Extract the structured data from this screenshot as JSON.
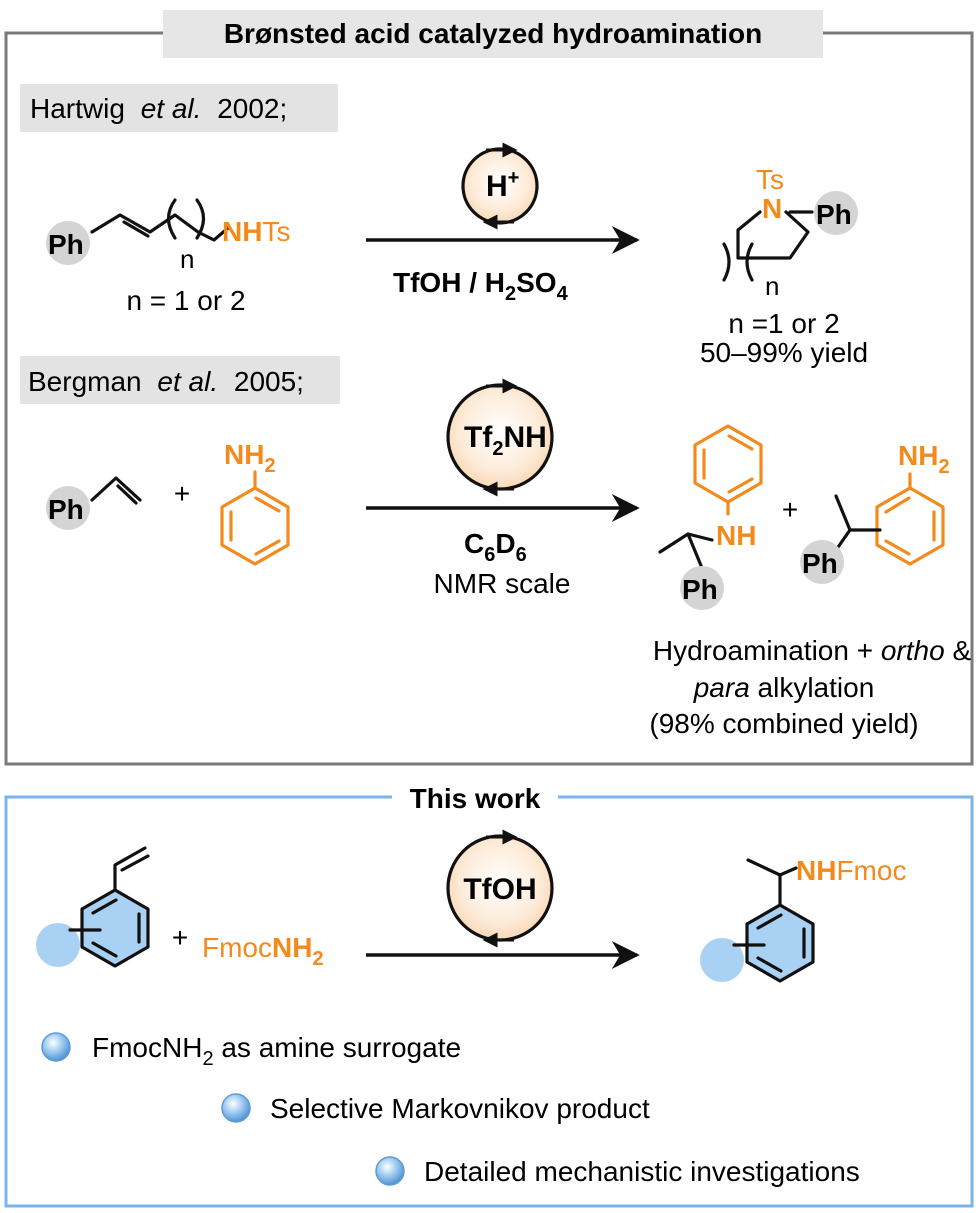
{
  "panel1": {
    "title": "Brønsted acid catalyzed hydroamination",
    "border_color": "#7a7a7a",
    "label_bg": "#e3e3e3"
  },
  "hartwig": {
    "label_name": "Hartwig",
    "label_etal": "et al.",
    "label_year": "2002;",
    "substrate_ph": "Ph",
    "substrate_nh": "NH",
    "substrate_ts": "Ts",
    "substrate_n": "n",
    "substrate_caption": "n = 1 or 2",
    "catalyst": "H",
    "catalyst_sup": "+",
    "reagent_a": "TfOH / H",
    "reagent_sub": "2",
    "reagent_b": "SO",
    "reagent_sub2": "4",
    "product_ts": "Ts",
    "product_n_atom": "N",
    "product_ph": "Ph",
    "product_n": "n",
    "product_caption1": "n =1 or 2",
    "product_caption2": "50–99% yield"
  },
  "bergman": {
    "label_name": "Bergman",
    "label_etal": "et al.",
    "label_year": "2005;",
    "styrene_ph": "Ph",
    "plus1": "+",
    "aniline_nh": "NH",
    "aniline_sub": "2",
    "catalyst_a": "Tf",
    "catalyst_sub": "2",
    "catalyst_b": "NH",
    "solvent_a": "C",
    "solvent_sub1": "6",
    "solvent_b": "D",
    "solvent_sub2": "6",
    "scale": "NMR scale",
    "prod1_nh": "NH",
    "prod1_ph": "Ph",
    "plus2": "+",
    "prod2_nh": "NH",
    "prod2_sub": "2",
    "prod2_ph": "Ph",
    "caption1_a": "Hydroamination + ",
    "caption1_ortho": "ortho",
    "caption1_b": " &",
    "caption2_para": "para",
    "caption2_b": " alkylation",
    "caption3": "(98% combined yield)"
  },
  "panel2": {
    "title": "This work",
    "border_color": "#7ab4e8",
    "sphere_color": "#a9d1f3",
    "plus": "+",
    "reagent_fmoc": "Fmoc",
    "reagent_nh": "NH",
    "reagent_sub": "2",
    "catalyst": "TfOH",
    "product_nh": "NH",
    "product_fmoc": "Fmoc",
    "bullets": [
      {
        "text_a": "FmocNH",
        "sub": "2",
        "text_b": " as amine surrogate"
      },
      {
        "text_a": "Selective Markovnikov product",
        "sub": "",
        "text_b": ""
      },
      {
        "text_a": "Detailed mechanistic investigations",
        "sub": "",
        "text_b": ""
      }
    ]
  },
  "colors": {
    "orange": "#f28a1c",
    "grey_disc": "#d4d4d4",
    "catalyst_fill": "#fdebd8",
    "arene_fill": "#a9d1f3"
  }
}
